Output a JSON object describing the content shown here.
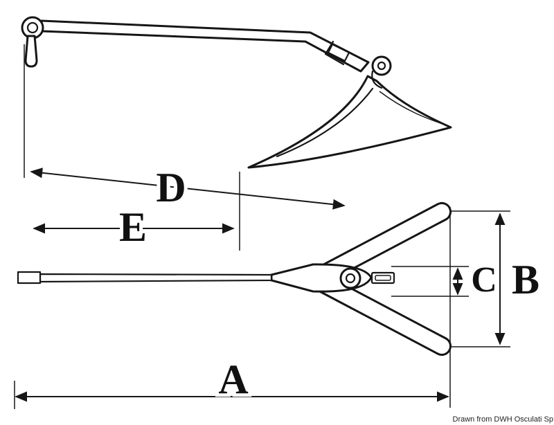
{
  "diagram": {
    "labels": {
      "A": "A",
      "B": "B",
      "C": "C",
      "D": "D",
      "E": "E"
    },
    "credit": "Drawn from DWH Osculati Sp",
    "colors": {
      "line": "#161616",
      "background": "#ffffff"
    }
  }
}
